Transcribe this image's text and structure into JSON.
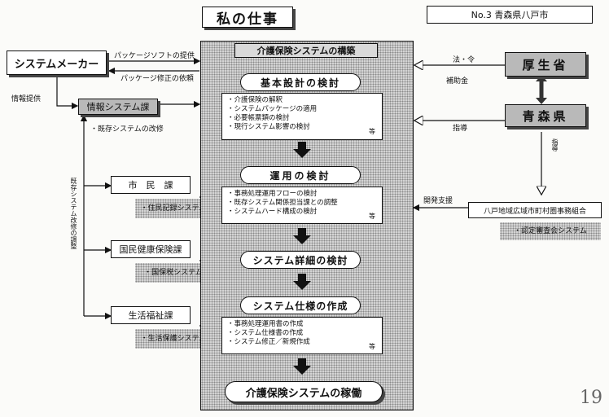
{
  "header": {
    "title": "私の仕事",
    "doc_number": "No.3 青森県八戸市",
    "page_number": "19"
  },
  "left": {
    "maker": "システムメーカー",
    "package_soft": "パッケージソフトの提供",
    "package_fix": "パッケージ修正の依頼",
    "info_provide": "情報提供",
    "info_dept": "情報システム課",
    "info_dept_item": "・既存システムの改修",
    "vertical_label": "既存システム改修の調整",
    "depts": [
      {
        "name": "市　民　課",
        "system": "・住民記録システム"
      },
      {
        "name": "国民健康保険課",
        "system": "・国保税システム"
      },
      {
        "name": "生活福祉課",
        "system": "・生活保護システム"
      }
    ]
  },
  "center": {
    "frame_title": "介護保険システムの構築",
    "steps": [
      {
        "title": "基本設計の検討",
        "items": [
          "介護保険の解釈",
          "システムパッケージの適用",
          "必要帳票類の検討",
          "現行システム影響の検討"
        ],
        "suffix": "等"
      },
      {
        "title": "運用の検討",
        "items": [
          "事務処理運用フローの検討",
          "既存システム関係担当課との調整",
          "システムハード構成の検討"
        ],
        "suffix": "等"
      },
      {
        "title": "システム詳細の検討",
        "items": [],
        "suffix": ""
      },
      {
        "title": "システム仕様の作成",
        "items": [
          "事務処理運用書の作成",
          "システム仕様書の作成",
          "システム修正／新規作成"
        ],
        "suffix": "等"
      }
    ],
    "final": "介護保険システムの稼働"
  },
  "right": {
    "ministry": "厚生省",
    "prefecture": "青森県",
    "law": "法・令",
    "subsidy": "補助金",
    "guidance1": "指導",
    "guidance2": "指導",
    "dev_support": "開発支援",
    "union": "八戸地域広域市町村圏事務組合",
    "union_item": "・認定審査会システム"
  }
}
